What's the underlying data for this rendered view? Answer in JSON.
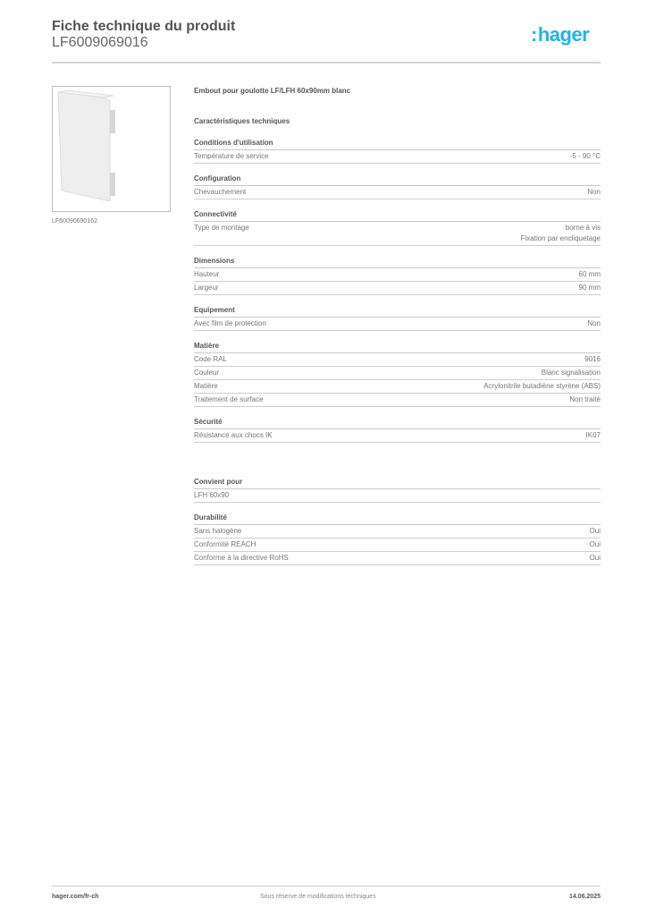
{
  "header": {
    "title": "Fiche technique du produit",
    "reference": "LF6009069016",
    "logo_dots": ":",
    "logo_text": "hager",
    "brand_color": "#1fb3e8"
  },
  "product": {
    "image_caption": "LF60090690162",
    "name": "Embout pour goulotte LF/LFH 60x90mm blanc",
    "tech_title": "Caractéristiques techniques"
  },
  "groups": [
    {
      "title": "Conditions d'utilisation",
      "rows": [
        {
          "label": "Température de service",
          "value": "-5 - 90 °C"
        }
      ]
    },
    {
      "title": "Configuration",
      "rows": [
        {
          "label": "Chevauchement",
          "value": "Non"
        }
      ]
    },
    {
      "title": "Connectivité",
      "rows": [
        {
          "label": "Type de montage",
          "value": "borne à vis",
          "value2": "Fixation par encliquetage"
        }
      ]
    },
    {
      "title": "Dimensions",
      "rows": [
        {
          "label": "Hauteur",
          "value": "60 mm"
        },
        {
          "label": "Largeur",
          "value": "90 mm"
        }
      ]
    },
    {
      "title": "Equipement",
      "rows": [
        {
          "label": "Avec film de protection",
          "value": "Non"
        }
      ]
    },
    {
      "title": "Matière",
      "rows": [
        {
          "label": "Code RAL",
          "value": "9016"
        },
        {
          "label": "Couleur",
          "value": "Blanc signalisation"
        },
        {
          "label": "Matière",
          "value": "Acrylonitrile butadiène styrène (ABS)"
        },
        {
          "label": "Traitement de surface",
          "value": "Non traité"
        }
      ]
    },
    {
      "title": "Sécurité",
      "rows": [
        {
          "label": "Résistance aux chocs IK",
          "value": "IK07"
        }
      ]
    }
  ],
  "suitable": {
    "title": "Convient pour",
    "rows": [
      {
        "label": "LFH 60x90",
        "value": ""
      }
    ]
  },
  "durability": {
    "title": "Durabilité",
    "rows": [
      {
        "label": "Sans halogène",
        "value": "Oui"
      },
      {
        "label": "Conformité REACH",
        "value": "Oui"
      },
      {
        "label": "Conforme à la directive RoHS",
        "value": "Oui"
      }
    ]
  },
  "footer": {
    "website": "hager.com/fr-ch",
    "disclaimer": "Sous réserve de modifications techniques",
    "date": "14.06.2025"
  }
}
